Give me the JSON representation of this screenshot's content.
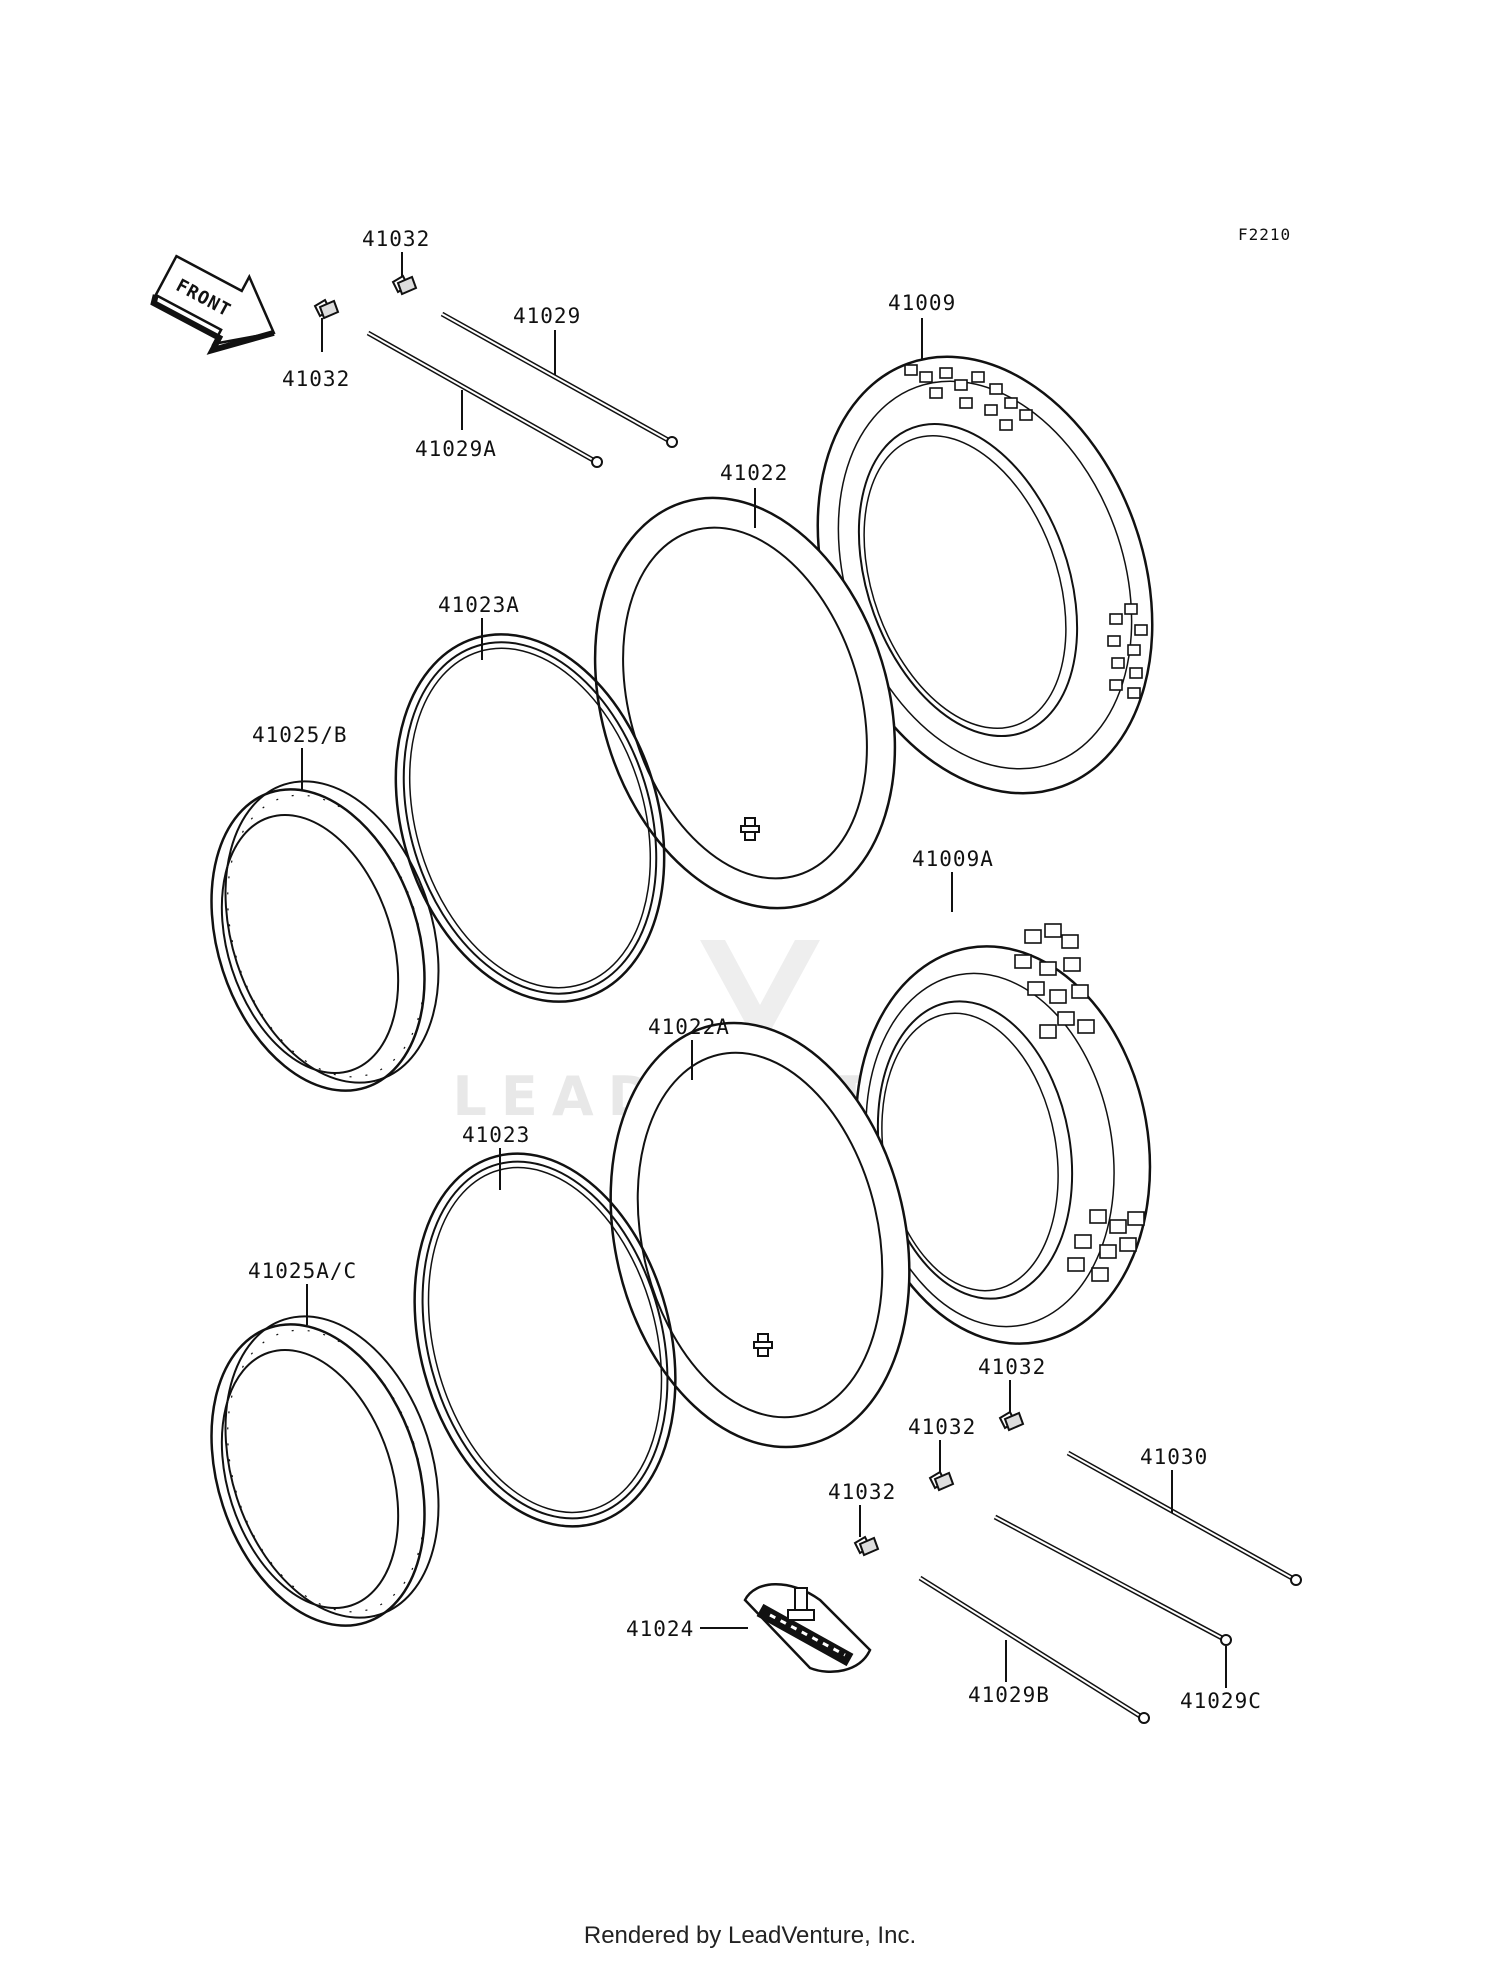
{
  "figure_ref": "F2210",
  "front_arrow": "FRONT",
  "watermark": "LEADVENTURE",
  "footer": "Rendered by LeadVenture, Inc.",
  "labels": {
    "p41032_a": "41032",
    "p41032_b": "41032",
    "p41029": "41029",
    "p41029A": "41029A",
    "p41009": "41009",
    "p41022": "41022",
    "p41023A": "41023A",
    "p41025B": "41025/B",
    "p41009A": "41009A",
    "p41022A": "41022A",
    "p41023": "41023",
    "p41025AC": "41025A/C",
    "p41032_c": "41032",
    "p41032_d": "41032",
    "p41032_e": "41032",
    "p41030": "41030",
    "p41024": "41024",
    "p41029B": "41029B",
    "p41029C": "41029C"
  }
}
